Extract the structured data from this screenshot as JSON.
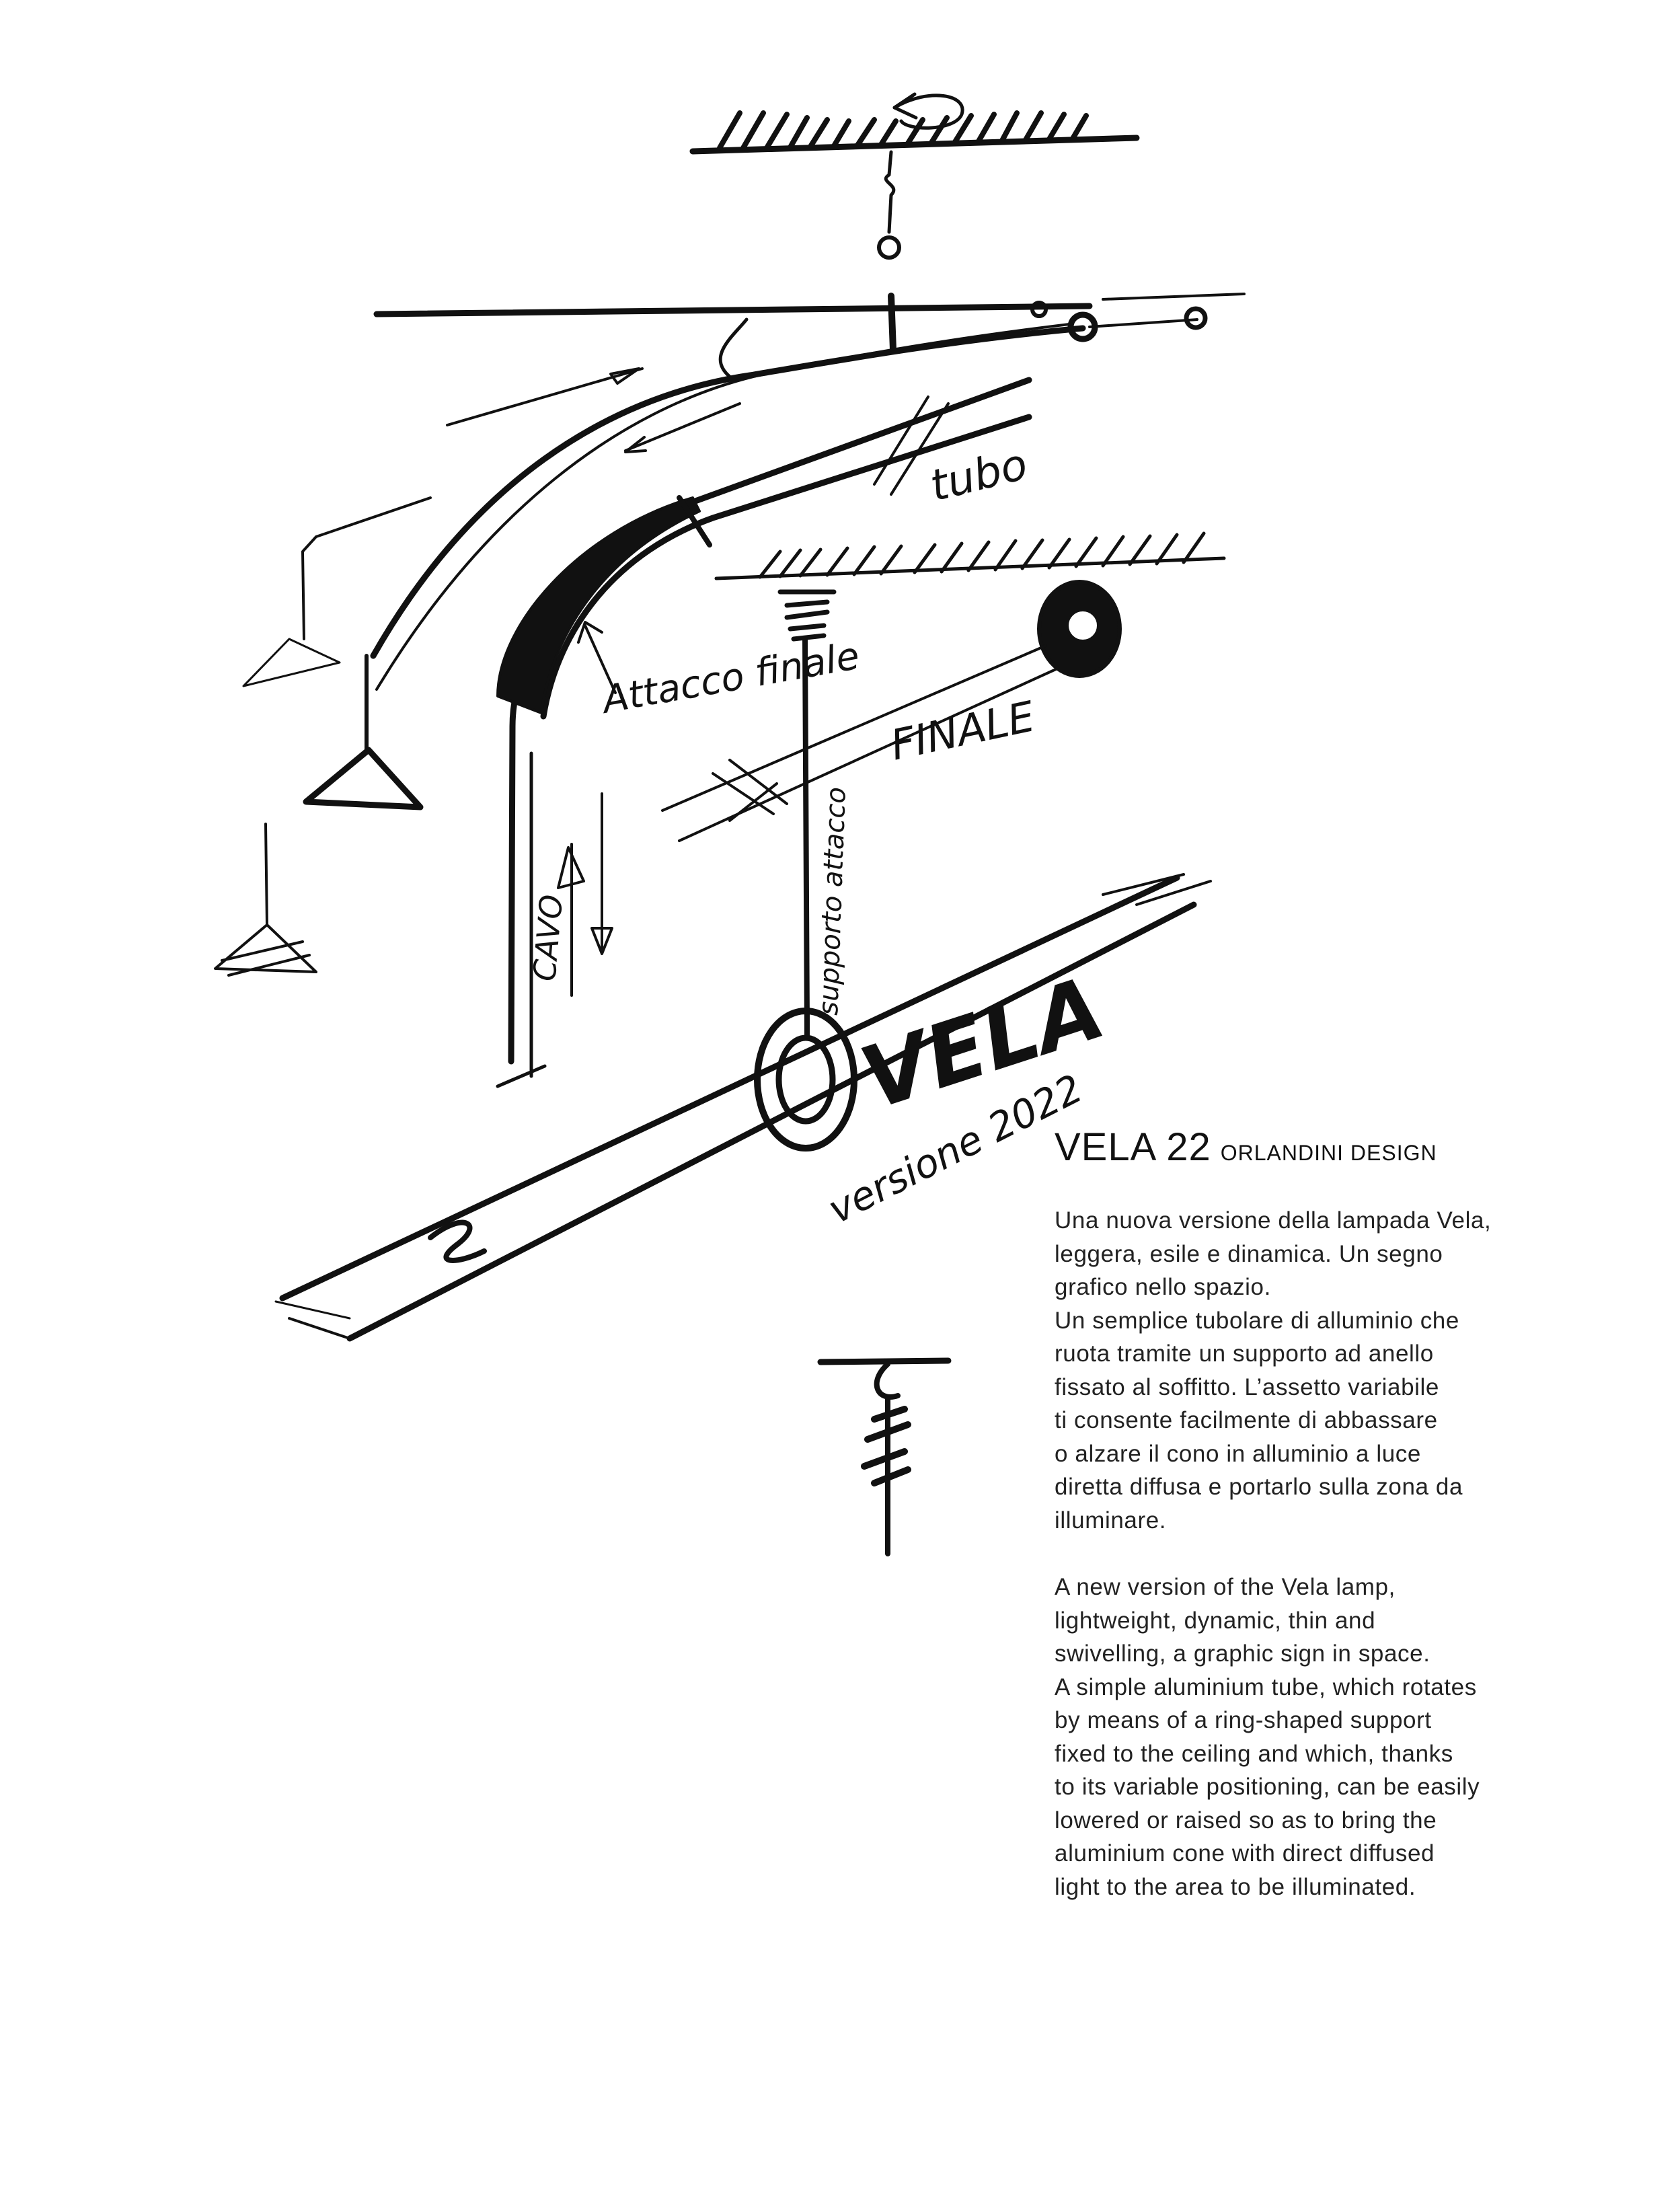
{
  "sketch_labels": {
    "tubo": "tubo",
    "attacco_finale": "Attacco finale",
    "finale": "FINALE",
    "cavo": "CAVO",
    "supporto_attacco": "supporto attacco",
    "vela": "VELA",
    "versione": "versione 2022"
  },
  "heading": {
    "title": "VELA 22",
    "designer": "ORLANDINI DESIGN"
  },
  "description_it": [
    "Una nuova versione della lampada Vela,",
    "leggera, esile e dinamica. Un segno",
    "grafico nello spazio.",
    "Un semplice tubolare di alluminio che",
    "ruota tramite un supporto ad anello",
    "fissato al soffitto. L’assetto variabile",
    "ti consente facilmente di abbassare",
    "o alzare il cono in alluminio a luce",
    "diretta diffusa e portarlo sulla zona da",
    "illuminare."
  ],
  "description_en": [
    "A new version of the Vela lamp,",
    "lightweight, dynamic, thin and",
    "swivelling, a graphic sign in space.",
    "A simple aluminium tube, which rotates",
    "by means of a ring-shaped support",
    "fixed to the ceiling and which, thanks",
    "to its variable positioning, can be easily",
    "lowered or raised so as to bring the",
    "aluminium cone with direct diffused",
    "light to the area to be illuminated."
  ]
}
